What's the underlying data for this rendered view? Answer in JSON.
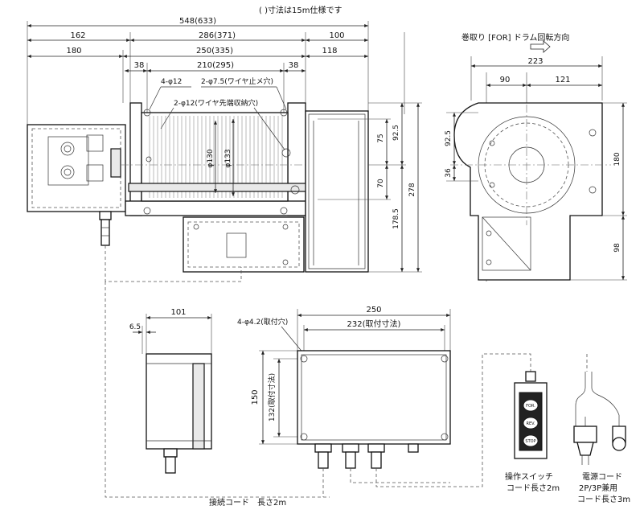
{
  "note": "( )寸法は15m仕様です",
  "top_dims": {
    "overall": "548(633)",
    "row2": [
      "162",
      "286(371)",
      "100"
    ],
    "row3": [
      "180",
      "250(335)",
      "118"
    ],
    "row4": [
      "38",
      "210(295)",
      "38"
    ]
  },
  "drum_labels": {
    "hole_mount": "4-φ12",
    "hole_wire_stop": "2-φ7.5(ワイヤ止メ穴)",
    "hole_wire_end": "2-φ12(ワイヤ先端収納穴)",
    "dia_outer": "φ130",
    "dia_inner": "φ133"
  },
  "right_vert_dims": [
    "75",
    "92.5",
    "70",
    "178.5",
    "278"
  ],
  "side_view": {
    "direction_label": "巻取り [FOR] ドラム回転方向",
    "width": "223",
    "left": "90",
    "right": "121",
    "v_top": "92.5",
    "v_mid": "36",
    "v_height": "180",
    "v_bottom": "98"
  },
  "small_box": {
    "width": "101",
    "offset": "6.5"
  },
  "control_box": {
    "holes": "4-φ4.2(取付穴)",
    "width": "250",
    "mount_width": "232(取付寸法)",
    "height": "150",
    "mount_height": "132(取付寸法)"
  },
  "switch": {
    "buttons": [
      "FOR.",
      "REV.",
      "STOP"
    ]
  },
  "cords": {
    "connection": "接続コード　長さ2m",
    "switch_line1": "操作スイッチ",
    "switch_line2": "コード長さ2m",
    "power_line1": "電源コード",
    "power_line2": "2P/3P兼用",
    "power_line3": "コード長さ3m"
  }
}
